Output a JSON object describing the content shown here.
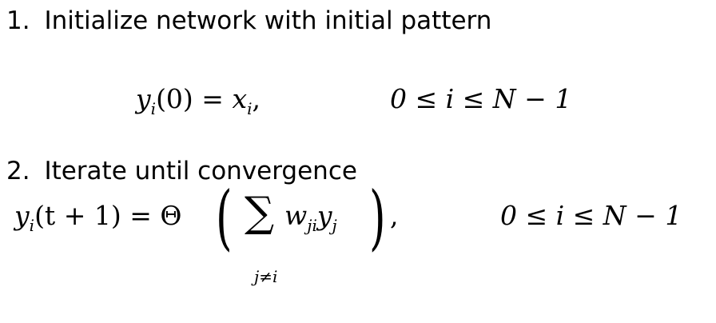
{
  "steps": [
    {
      "number": "1.",
      "label": "Initialize network with initial pattern"
    },
    {
      "number": "2.",
      "label": "Iterate until convergence"
    }
  ],
  "equation1": {
    "lhs_var": "y",
    "lhs_sub": "i",
    "lhs_arg": "(0) = ",
    "rhs_var": "x",
    "rhs_sub": "i",
    "comma": ",",
    "range": "0 ≤ i ≤ N − 1"
  },
  "equation2": {
    "lhs_var": "y",
    "lhs_sub": "i",
    "lhs_arg": "(t + 1) = Θ",
    "sum_symbol": "∑",
    "sum_index": "j≠i",
    "term": "w",
    "term_sub": "ji",
    "term2": "y",
    "term2_sub": "j",
    "comma": ",",
    "range": "0 ≤ i ≤ N − 1",
    "lparen": "(",
    "rparen": ")"
  }
}
